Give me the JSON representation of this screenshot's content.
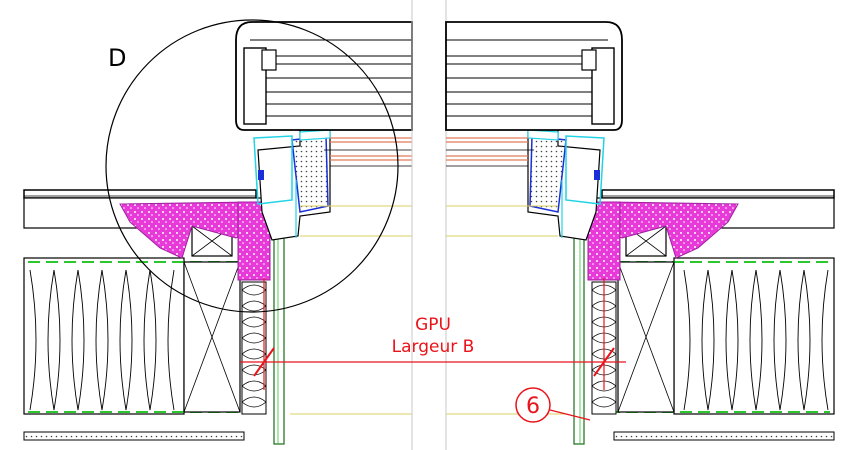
{
  "detail_label": "D",
  "dimension": {
    "line1": "GPU",
    "line2": "Largeur B"
  },
  "callout": "6",
  "colors": {
    "annotation": "#e8141a",
    "insulation_pink": "#e83ad8",
    "cyan": "#22d3e6",
    "blue": "#1a2fd6",
    "yellow": "#d8d060",
    "salmon": "#e07a5a",
    "green_dash": "#2ec62e",
    "outline": "#000000"
  }
}
